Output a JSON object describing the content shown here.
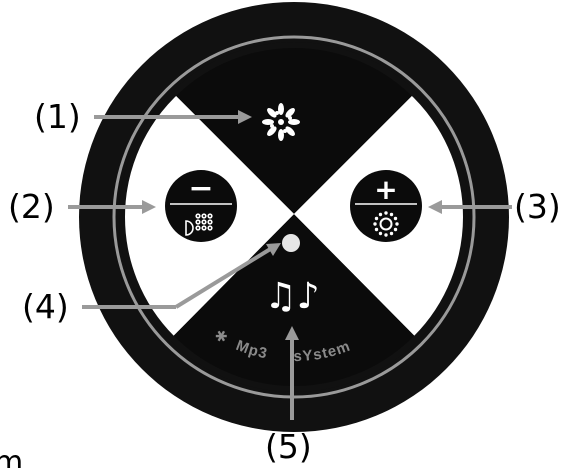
{
  "callouts": {
    "c1": "(1)",
    "c2": "(2)",
    "c3": "(3)",
    "c4": "(4)",
    "c5": "(5)"
  },
  "buttons": {
    "minus": {
      "symbol": "−"
    },
    "plus": {
      "symbol": "+"
    }
  },
  "band": {
    "bluetooth_symbol": "✱",
    "label_left": "Mp3",
    "label_right": "sYstem"
  },
  "music_symbol": "♫♪",
  "partial_text": "m",
  "colors": {
    "body": "#111111",
    "ring": "#9a9a9a",
    "face_light": "#ffffff",
    "face_dark": "#0b0b0b",
    "band_text": "#8a8a8a",
    "led": "#e6e6e6"
  }
}
